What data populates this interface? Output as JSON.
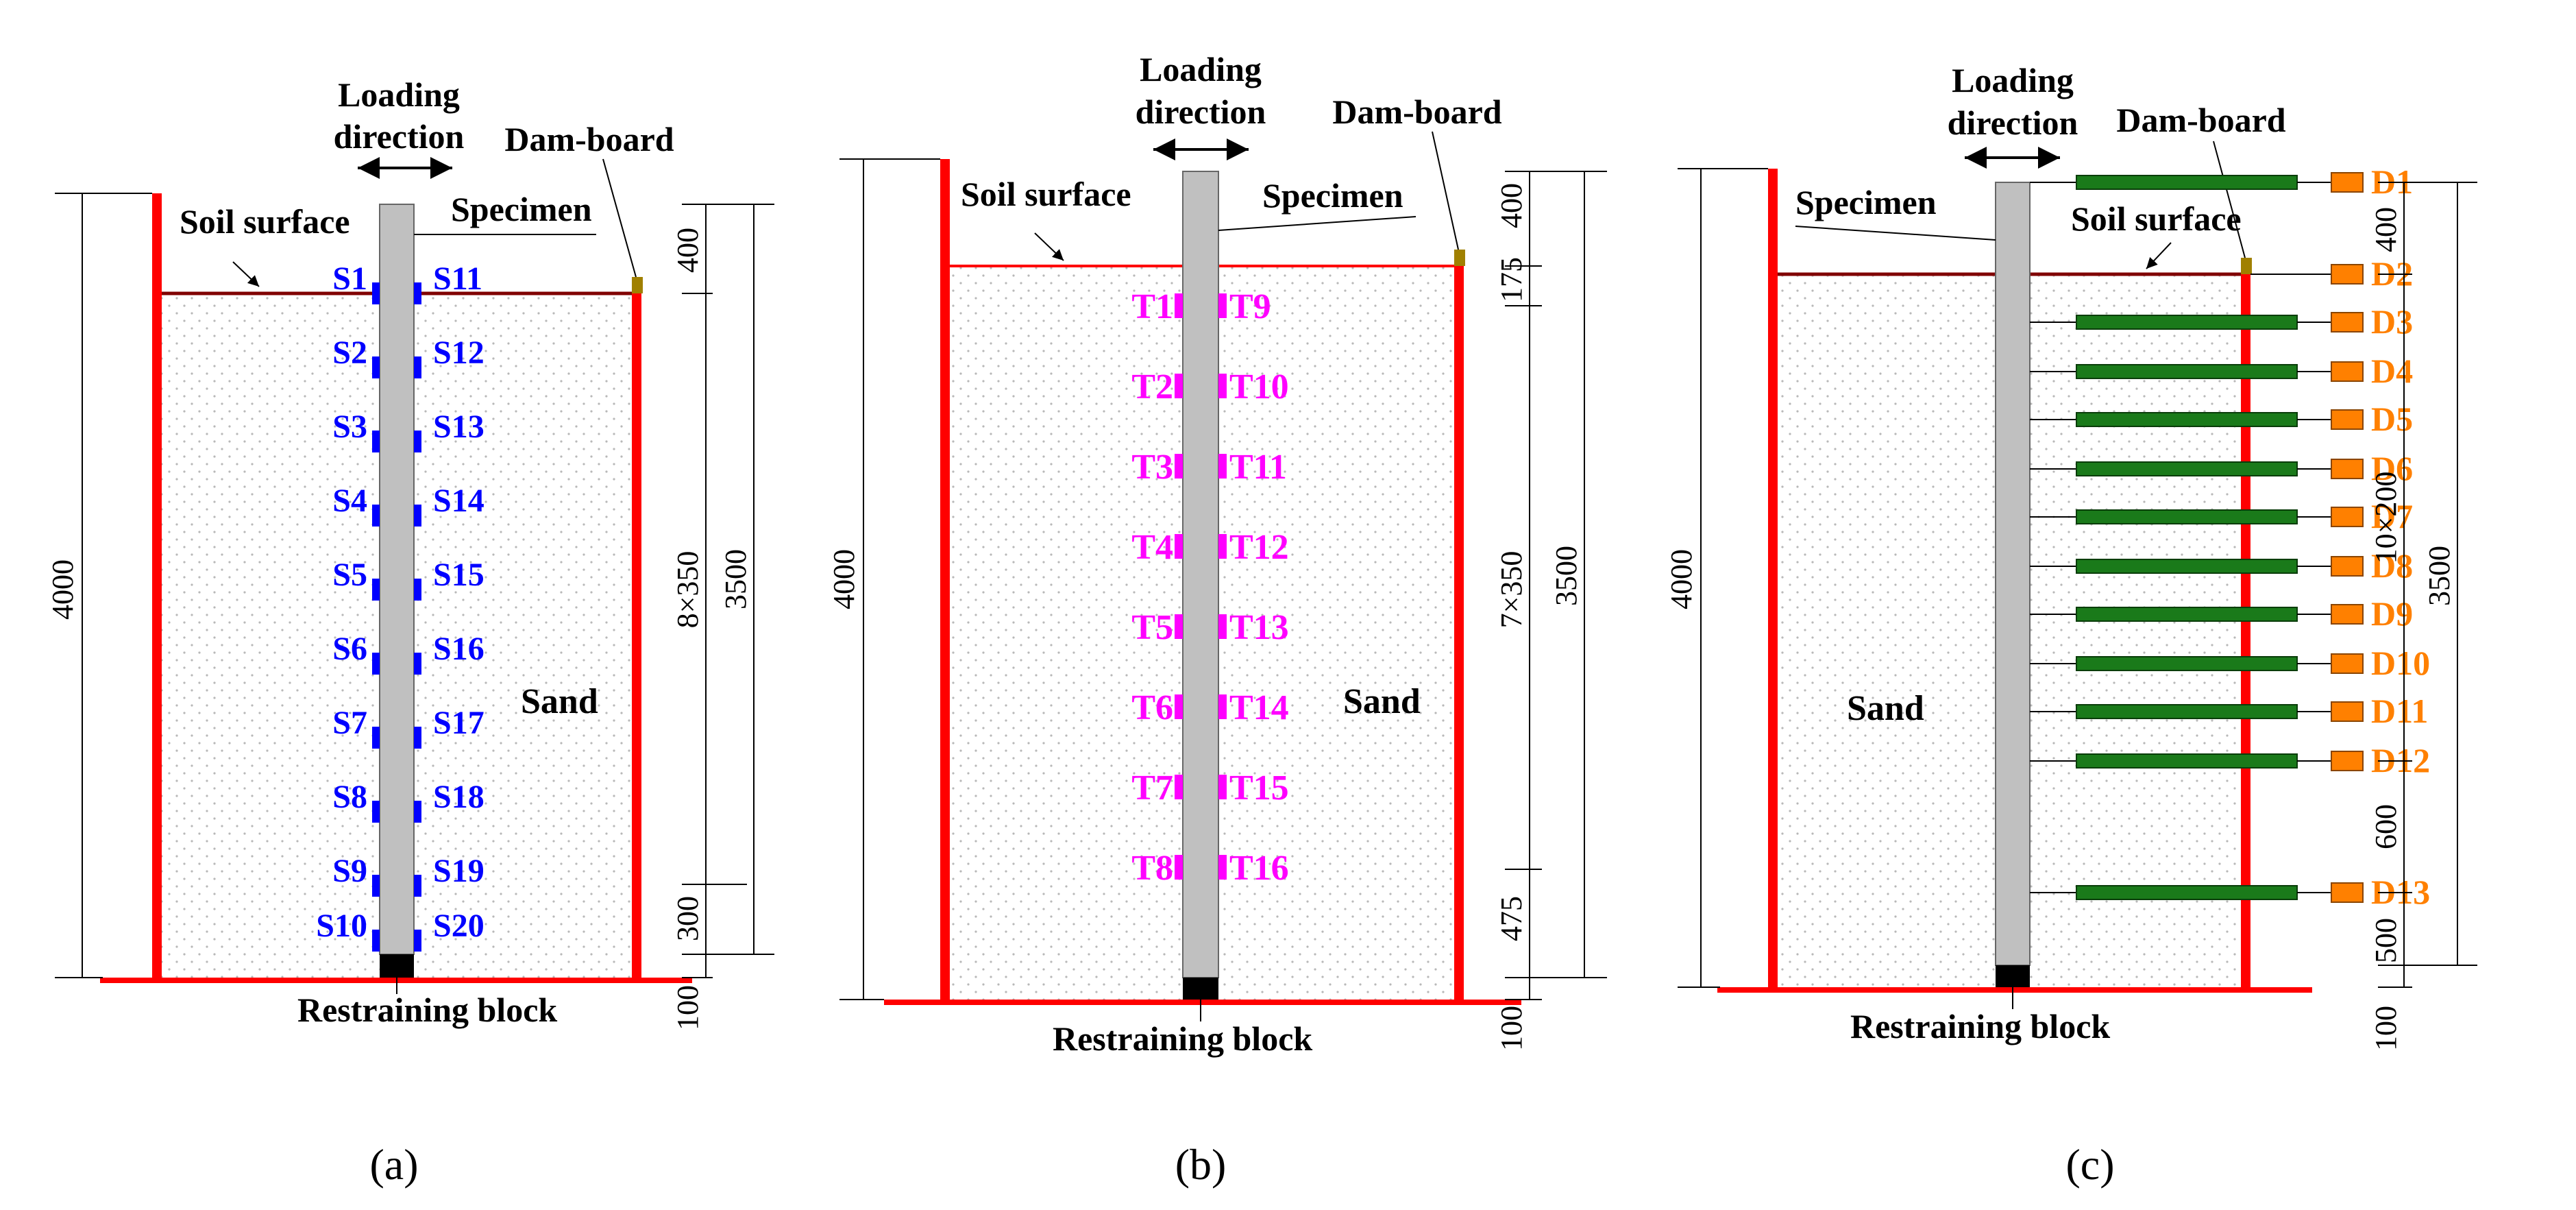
{
  "colors": {
    "wall": "#ff0000",
    "pile": "#c0c0c0",
    "block": "#000000",
    "strain_gauge": "#0000ff",
    "earth_pressure": "#ff00ff",
    "lvdt": "#ff8000",
    "rod": "#1a7a1a",
    "damboard": "#a08000",
    "soil_line": "#800000"
  },
  "panels": [
    {
      "caption": "(a)",
      "labels": {
        "loading": [
          "Loading",
          "direction"
        ],
        "damboard": "Dam-board",
        "soil_surface": "Soil surface",
        "specimen": "Specimen",
        "sand": "Sand",
        "restraining": "Restraining block"
      },
      "sensors_left": [
        "S1",
        "S2",
        "S3",
        "S4",
        "S5",
        "S6",
        "S7",
        "S8",
        "S9",
        "S10"
      ],
      "sensors_right": [
        "S11",
        "S12",
        "S13",
        "S14",
        "S15",
        "S16",
        "S17",
        "S18",
        "S19",
        "S20"
      ],
      "dims": {
        "total": "4000",
        "tank": "3500",
        "top": "400",
        "middle": "8×350",
        "bottom": "300",
        "base": "100"
      }
    },
    {
      "caption": "(b)",
      "labels": {
        "loading": [
          "Loading",
          "direction"
        ],
        "damboard": "Dam-board",
        "soil_surface": "Soil surface",
        "specimen": "Specimen",
        "sand": "Sand",
        "restraining": "Restraining block"
      },
      "sensors_left": [
        "T1",
        "T2",
        "T3",
        "T4",
        "T5",
        "T6",
        "T7",
        "T8"
      ],
      "sensors_right": [
        "T9",
        "T10",
        "T11",
        "T12",
        "T13",
        "T14",
        "T15",
        "T16"
      ],
      "dims": {
        "total": "4000",
        "tank": "3500",
        "top": "400",
        "top2": "175",
        "middle": "7×350",
        "bottom": "475",
        "base": "100"
      }
    },
    {
      "caption": "(c)",
      "labels": {
        "loading": [
          "Loading",
          "direction"
        ],
        "damboard": "Dam-board",
        "soil_surface": "Soil surface",
        "specimen": "Specimen",
        "sand": "Sand",
        "restraining": "Restraining block"
      },
      "sensors": [
        "D1",
        "D2",
        "D3",
        "D4",
        "D5",
        "D6",
        "D7",
        "D8",
        "D9",
        "D10",
        "D11",
        "D12",
        "D13"
      ],
      "dims": {
        "total": "4000",
        "tank": "3500",
        "top": "400",
        "middle": "10×200",
        "lower": "600",
        "bottom": "500",
        "base": "100"
      }
    }
  ]
}
